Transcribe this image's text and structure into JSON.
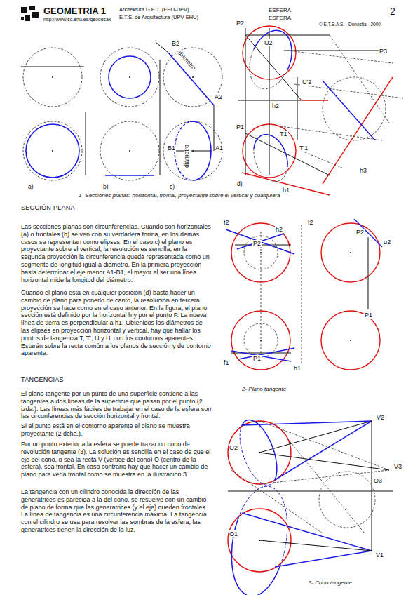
{
  "diagram": {
    "title": "GEOMETRIA 1",
    "caption": "1- Secciones planas: horizontal, frontal, proyectante sobre el vertical y cualquiera",
    "labels": [
      "http://www.sc.ehu.es/geodesak",
      "Arkitektura G.E.T. (EHU-UPV)",
      "E.T.S. de Arquitectura (UPV EHU)",
      "ESFERA",
      "ESFERA",
      "2",
      "© E.T.S.A.S. - Donostia - 2000",
      "B2",
      "diámetro",
      "A2",
      "B1",
      "diámetro",
      "A1",
      "a)",
      "b)",
      "c)",
      "d)",
      "P2",
      "U2",
      "U'2",
      "P3",
      "h2",
      "P1",
      "T1",
      "T'1",
      "h3",
      "h1",
      "SECCIÓN PLANA",
      "Las secciones planas son circunferencias. Cuando son horizontales (a) o frontales (b) se ven con su verdadera forma, en los demás casos se representan como elipses. En el caso c) el plano es proyectante sobre el vertical, la resolución es sencilla, en la segunda proyección la circunferencia queda representada como un segmento de longitud igual a diámetro. En la primera proyección basta determinar el eje menor A1-B1, el mayor al ser una línea horizontal mide la longitud del diámetro.",
      "Cuando el plano está en cualquier posición (d) basta hacer un cambio de plano para ponerlo de canto, la resolución en tercera proyección se hace como en el caso anterior. En la figura, el plano sección está definido por la horizontal h y por el punto P. La nueva línea de tierra es perpendicular a h1. Obtenidos los diámetros de las elipses en proyección horizontal y vertical, hay que hallar los puntos de tangencia T, T', U y U' con los contornos aparentes. Estarán sobre la recta común a los planos de sección y de contorno aparente.",
      "TANGENCIAS",
      "El plano tangente por un punto de una superficie contiene a las tangentes a dos líneas de la superficie que pasan por el punto (2 izda.). Las líneas más fáciles de trabajar en el caso de la esfera son las circunferencias de sección horizontal y frontal.",
      "Si el punto está en el contorno aparente el plano se muestra proyectante (2 dcha.).",
      "Por un punto exterior a la esfera se puede trazar un cono de revolución tangente (3). La solución es sencilla en el caso de que el eje del cono, o sea la recta V (vértice del cono) O (centro de la esfera), sea frontal. En caso contrario hay que hacer un cambio de plano para verla frontal como se muestra en la ilustración 3.",
      "La tangencia con un cilindro conocida la dirección de las generatrices es parecida a la del cono, se resuelve con un cambio de plano de forma que las generatrices (y el eje) queden frontales. La línea de tangencia es una circunferencia máxima. La tangencia con el cilindro se usa para resolver las sombras de la esfera, las generatrices tienen la dirección de la luz.",
      "f2",
      "h2",
      "P2",
      "f2",
      "P2",
      "α2",
      "P1",
      "f1",
      "P1",
      "h1",
      "2- Plano tangente",
      "V2",
      "O2",
      "V3",
      "O3",
      "O1",
      "V1",
      "3- Cono tangente"
    ]
  }
}
